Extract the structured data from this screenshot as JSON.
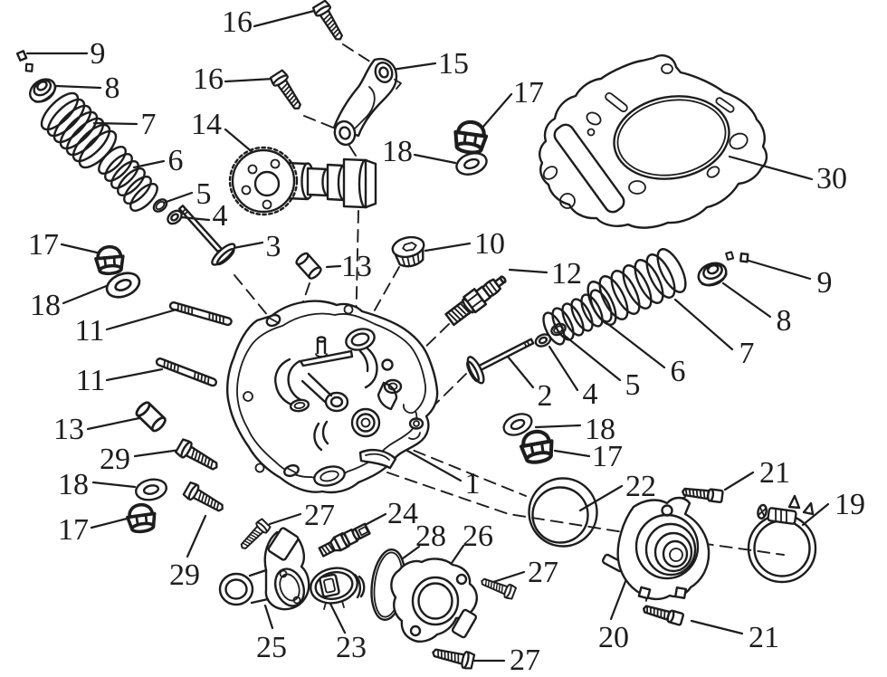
{
  "colors": {
    "background": "#ffffff",
    "ink": "#1d1d1d"
  },
  "diagram": {
    "kind": "exploded-parts-diagram",
    "subject": "engine-cylinder-head-assembly"
  },
  "callouts": [
    {
      "label": "9",
      "part": "valve-cotters-left"
    },
    {
      "label": "8",
      "part": "spring-retainer-left"
    },
    {
      "label": "7",
      "part": "outer-valve-spring-left"
    },
    {
      "label": "6",
      "part": "inner-valve-spring-left"
    },
    {
      "label": "5",
      "part": "spring-seat-ring-left"
    },
    {
      "label": "4",
      "part": "spring-seat-left"
    },
    {
      "label": "16",
      "part": "flange-bolt-upper"
    },
    {
      "label": "16",
      "part": "flange-bolt-lower"
    },
    {
      "label": "15",
      "part": "rocker-arm"
    },
    {
      "label": "14",
      "part": "camshaft"
    },
    {
      "label": "17",
      "part": "cap-nut-top"
    },
    {
      "label": "18",
      "part": "washer-top"
    },
    {
      "label": "30",
      "part": "cylinder-head-gasket"
    },
    {
      "label": "17",
      "part": "cap-nut-left"
    },
    {
      "label": "18",
      "part": "washer-left"
    },
    {
      "label": "11",
      "part": "stud-bolt-upper"
    },
    {
      "label": "11",
      "part": "stud-bolt-lower"
    },
    {
      "label": "13",
      "part": "dowel-pin-left"
    },
    {
      "label": "3",
      "part": "valve-left"
    },
    {
      "label": "13",
      "part": "dowel-pin-center"
    },
    {
      "label": "10",
      "part": "tappet-cover-cap"
    },
    {
      "label": "12",
      "part": "spark-plug"
    },
    {
      "label": "9",
      "part": "valve-cotters-right"
    },
    {
      "label": "8",
      "part": "spring-retainer-right"
    },
    {
      "label": "7",
      "part": "outer-valve-spring-right"
    },
    {
      "label": "6",
      "part": "inner-valve-spring-right"
    },
    {
      "label": "5",
      "part": "spring-seat-ring-right"
    },
    {
      "label": "4",
      "part": "spring-seat-right"
    },
    {
      "label": "2",
      "part": "valve-right"
    },
    {
      "label": "18",
      "part": "washer-right"
    },
    {
      "label": "17",
      "part": "cap-nut-right"
    },
    {
      "label": "1",
      "part": "cylinder-head"
    },
    {
      "label": "29",
      "part": "flange-bolt-29-upper"
    },
    {
      "label": "18",
      "part": "washer-bottom-left"
    },
    {
      "label": "17",
      "part": "cap-nut-bottom-left"
    },
    {
      "label": "29",
      "part": "flange-bolt-29-lower"
    },
    {
      "label": "25",
      "part": "water-outlet-elbow"
    },
    {
      "label": "27",
      "part": "flange-bolt-27-left"
    },
    {
      "label": "24",
      "part": "temperature-sensor"
    },
    {
      "label": "28",
      "part": "o-ring"
    },
    {
      "label": "26",
      "part": "thermostat-cover"
    },
    {
      "label": "23",
      "part": "thermostat"
    },
    {
      "label": "27",
      "part": "flange-bolt-27-middle"
    },
    {
      "label": "27",
      "part": "flange-bolt-27-bottom"
    },
    {
      "label": "22",
      "part": "intake-seal-ring"
    },
    {
      "label": "21",
      "part": "socket-bolt-upper"
    },
    {
      "label": "19",
      "part": "hose-clamp"
    },
    {
      "label": "20",
      "part": "intake-manifold"
    },
    {
      "label": "21",
      "part": "socket-bolt-lower"
    }
  ]
}
